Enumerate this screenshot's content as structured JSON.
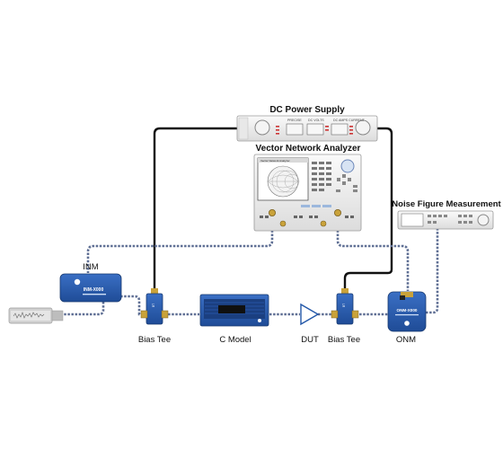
{
  "labels": {
    "dc_power_supply": "DC Power Supply",
    "vna": "Vector Network Analyzer",
    "nfm": "Noise Figure Measurement",
    "inm": "INM",
    "bias_tee_left": "Bias Tee",
    "c_model": "C Model",
    "dut": "DUT",
    "bias_tee_right": "Bias Tee",
    "onm": "ONM"
  },
  "devices": {
    "inm_front": "INM-X000",
    "onm_front": "ONM-X000",
    "vna_screen_title": "Vector Network Analyzer"
  },
  "psu_panel": {
    "precise": "PRECISE",
    "volts": "DC VOLTS",
    "amps": "DC AMPS CURRENT"
  },
  "colors": {
    "device_blue": "#2357a8",
    "cable_black": "#111111",
    "cable_coax": "#5f6f94",
    "connector_gold": "#c9a23a"
  }
}
